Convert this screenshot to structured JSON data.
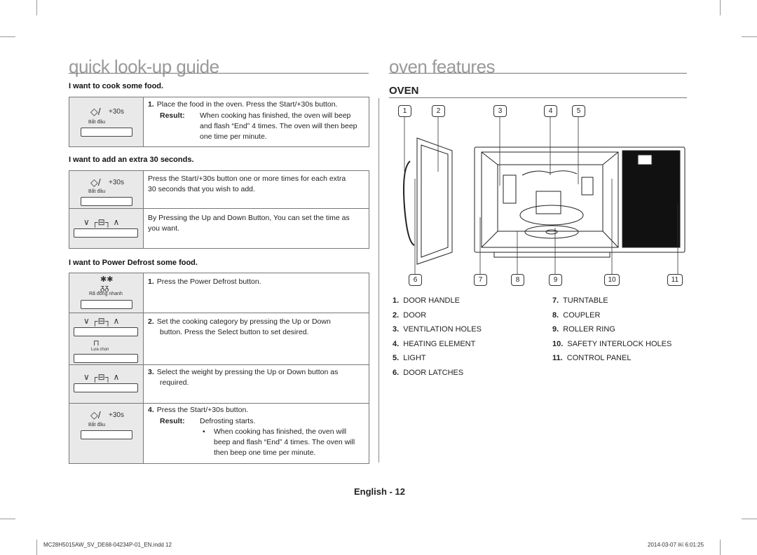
{
  "left": {
    "title": "quick look-up guide",
    "sections": [
      {
        "heading": "I want to cook some food.",
        "rows": [
          {
            "icon": "start-icon",
            "icon_label": "+30s",
            "caption": "Bắt đầu",
            "lines": [
              "Place the food in the oven. Press the Start/+30s button."
            ],
            "num": "1.",
            "result_label": "Result:",
            "result_lines": [
              "When cooking has finished, the oven will beep",
              "and flash “End” 4 times. The oven will then beep",
              "one time per minute."
            ]
          }
        ]
      },
      {
        "heading": "I want to add an extra 30 seconds.",
        "rows": [
          {
            "icon": "start-icon",
            "icon_label": "+30s",
            "caption": "Bắt đầu",
            "lines": [
              "Press the Start/+30s button one or more times for each extra",
              "30 seconds that you wish to add."
            ]
          },
          {
            "icon": "up-down-icon",
            "lines": [
              "By Pressing the Up and Down Button, You can set the time as",
              "you want."
            ]
          }
        ]
      },
      {
        "heading": "I want to Power Defrost some food.",
        "rows": [
          {
            "icon": "defrost-icon",
            "caption": "Rã đông nhanh",
            "num": "1.",
            "lines": [
              "Press the Power Defrost button."
            ]
          },
          {
            "icon": "up-down-select-icon",
            "caption": "Lựa chọn",
            "num": "2.",
            "lines": [
              "Set the cooking category by pressing the Up or Down",
              "button. Press the Select button to set desired."
            ]
          },
          {
            "icon": "up-down-icon",
            "num": "3.",
            "lines": [
              "Select the weight by pressing the Up or Down button as",
              "required."
            ]
          },
          {
            "icon": "start-icon",
            "icon_label": "+30s",
            "caption": "Bắt đầu",
            "num": "4.",
            "lines": [
              "Press the Start/+30s button."
            ],
            "result_label": "Result:",
            "result_lines": [
              "Defrosting starts."
            ],
            "bullet": "•",
            "bullet_lines": [
              "When cooking has finished, the oven will",
              "beep and flash “End” 4 times. The oven will",
              "then beep one time per minute."
            ]
          }
        ]
      }
    ]
  },
  "right": {
    "title": "oven features",
    "subtitle": "OVEN",
    "callouts_top": [
      "1",
      "2",
      "3",
      "4",
      "5"
    ],
    "callouts_bottom": [
      "6",
      "7",
      "8",
      "9",
      "10",
      "11"
    ],
    "legend_left": [
      {
        "num": "1.",
        "label": "DOOR HANDLE"
      },
      {
        "num": "2.",
        "label": "DOOR"
      },
      {
        "num": "3.",
        "label": "VENTILATION HOLES"
      },
      {
        "num": "4.",
        "label": "HEATING ELEMENT"
      },
      {
        "num": "5.",
        "label": "LIGHT"
      },
      {
        "num": "6.",
        "label": "DOOR LATCHES"
      }
    ],
    "legend_right": [
      {
        "num": "7.",
        "label": "TURNTABLE"
      },
      {
        "num": "8.",
        "label": "COUPLER"
      },
      {
        "num": "9.",
        "label": "ROLLER RING"
      },
      {
        "num": "10.",
        "label": "SAFETY INTERLOCK HOLES"
      },
      {
        "num": "11.",
        "label": "CONTROL PANEL"
      }
    ]
  },
  "page_footer": "English - 12",
  "footer_left": "MC28H5015AW_SV_DE68-04234P-01_EN.indd   12",
  "footer_right": "2014-03-07   ￼ 6:01:25"
}
